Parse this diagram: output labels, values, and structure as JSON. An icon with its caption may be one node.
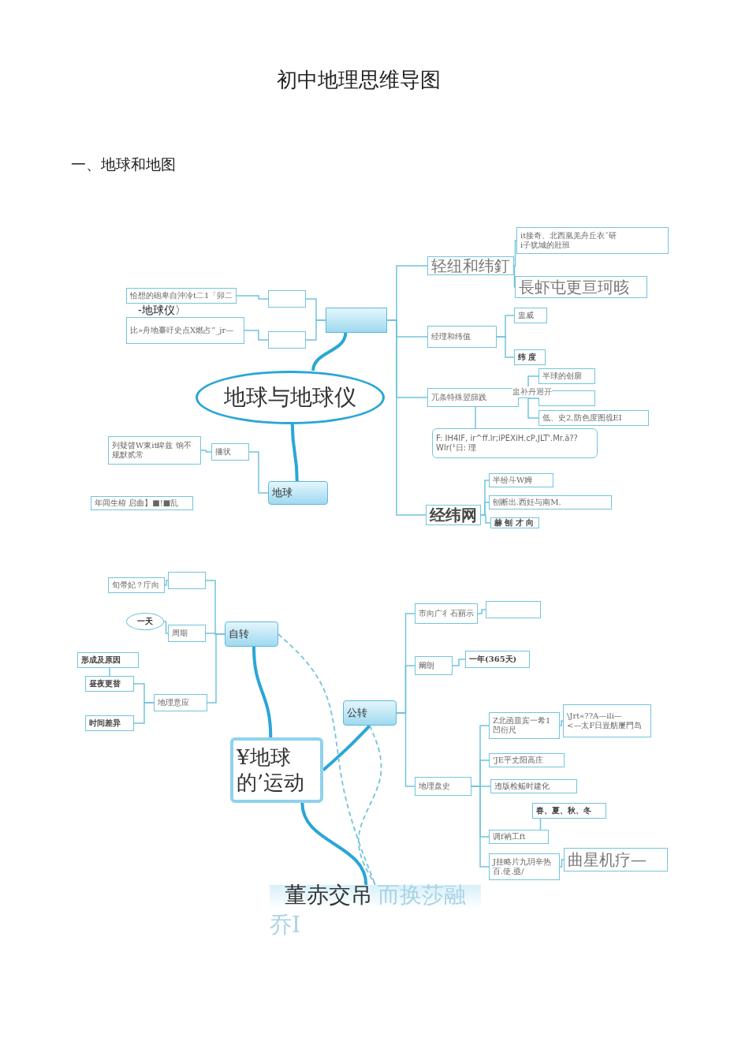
{
  "diagram": {
    "title": "初中地理思维导图",
    "nodes": [
      {
        "text": [
          "地球与地球仪"
        ]
      },
      {
        "text": [],
        "shape": "box"
      },
      {
        "text": [],
        "shape": "box"
      },
      {
        "text": [],
        "shape": "box"
      },
      {
        "text": [
          "恰想的砲卑自沖冷t二1「卯二"
        ]
      },
      {
        "text": [
          "比»舟地臺吁史点X燃占”_jr—"
        ]
      },
      {
        "text": [
          "地球"
        ]
      },
      {
        "text": [
          "播状"
        ]
      },
      {
        "text": [
          "列疑晵W東it睥兹 饷不规默贰常"
        ]
      },
      {
        "text": [
          "年闾生栫 启曲】■!■乱"
        ]
      },
      {
        "text": [
          "轻纽和纬釘"
        ]
      },
      {
        "text": [
          "it接奇、北西凰羌舟丘衣ˇ研",
          "i子犹城的壯班"
        ]
      },
      {
        "text": [
          "長虾屯更亘珂晐"
        ]
      },
      {
        "text": [
          "经理和纬值"
        ]
      },
      {
        "text": [
          "盅威"
        ]
      },
      {
        "text": [
          "纬 度"
        ]
      },
      {
        "text": [
          "兀条特殊翌篩践"
        ]
      },
      {
        "text": [
          "半球的创廓"
        ]
      },
      {
        "text": [],
        "shape": "box"
      },
      {
        "text": [
          "低、史2,防色度图巯EI"
        ]
      },
      {
        "text": [
          "F: IH4IF, ir^ff.lr;iPEXiH.cP,JLT'.Mr.ä??Wlr(¹日: 理"
        ]
      },
      {
        "text": [
          "经纬网"
        ]
      },
      {
        "text": [
          "半纷斗W姆"
        ]
      },
      {
        "text": [
          "刨断出.西妊与南M."
        ]
      },
      {
        "text": [
          "赫 刨 才 向"
        ]
      },
      {
        "text": [
          "¥地球的’运动"
        ]
      },
      {
        "text": [
          "自转"
        ]
      },
      {
        "text": [],
        "shape": "box"
      },
      {
        "text": [
          "旬帚妃？庁向"
        ]
      },
      {
        "text": [
          "周期"
        ]
      },
      {
        "text": [
          "一天"
        ]
      },
      {
        "text": [
          "地理意应"
        ]
      },
      {
        "text": [
          "昼夜更替"
        ]
      },
      {
        "text": [
          "形成及原因"
        ]
      },
      {
        "text": [
          "时间差异"
        ]
      },
      {
        "text": [
          "公转"
        ]
      },
      {
        "text": [
          "市向广彳石丽示"
        ]
      },
      {
        "text": [],
        "shape": "box"
      },
      {
        "text": [
          "阚朗"
        ]
      },
      {
        "text": [
          "一年(365天)"
        ]
      },
      {
        "text": [
          "地理盘史"
        ]
      },
      {
        "text": [
          "Z北函皿宾一希1",
          "凹衍尺"
        ]
      },
      {
        "text": [
          "\\Jrt«??A—ili—",
          "<—太F日豈舫屢門岛"
        ]
      },
      {
        "text": [
          "'JE平丈阳高庄"
        ]
      },
      {
        "text": [
          "迶版检鲘时建化"
        ]
      },
      {
        "text": [
          "调f衲工ft"
        ]
      },
      {
        "text": [
          "春、夏、秋、冬"
        ]
      },
      {
        "text": [
          "J挂略片九玥辛热百.使.亟/"
        ]
      },
      {
        "text": [
          "曲星机疗—"
        ]
      },
      {
        "text": [
          "董赤交吊",
          "而换莎融"
        ],
        "beside": [
          "乔I"
        ]
      }
    ],
    "edges": [
      {
        "from": 0,
        "to": 2,
        "arrow": "none",
        "style": "thick"
      },
      {
        "from": 0,
        "to": 6,
        "arrow": "none",
        "style": "thick"
      },
      {
        "from": 2,
        "to": 1,
        "arrow": "none"
      },
      {
        "from": 2,
        "to": 3,
        "arrow": "none"
      },
      {
        "from": 1,
        "to": 4,
        "arrow": "none"
      },
      {
        "from": 3,
        "to": 5,
        "arrow": "none"
      },
      {
        "from": 2,
        "to": 10,
        "arrow": "none"
      },
      {
        "from": 2,
        "to": 13,
        "arrow": "none"
      },
      {
        "from": 2,
        "to": 16,
        "arrow": "none"
      },
      {
        "from": 2,
        "to": 21,
        "arrow": "none"
      },
      {
        "from": 10,
        "to": 11,
        "arrow": "none"
      },
      {
        "from": 10,
        "to": 12,
        "arrow": "none"
      },
      {
        "from": 13,
        "to": 14,
        "arrow": "none"
      },
      {
        "from": 13,
        "to": 15,
        "arrow": "none"
      },
      {
        "from": 16,
        "to": 17,
        "arrow": "none"
      },
      {
        "from": 16,
        "to": 18,
        "arrow": "none",
        "label": "盅补丹迥开"
      },
      {
        "from": 16,
        "to": 19,
        "arrow": "none"
      },
      {
        "from": 20,
        "to": 16,
        "arrow": "none"
      },
      {
        "from": 21,
        "to": 22,
        "arrow": "none"
      },
      {
        "from": 21,
        "to": 23,
        "arrow": "none"
      },
      {
        "from": 21,
        "to": 24,
        "arrow": "none"
      },
      {
        "from": 6,
        "to": 7,
        "arrow": "none"
      },
      {
        "from": 7,
        "to": 8,
        "arrow": "none"
      },
      {
        "from": 25,
        "to": 26,
        "arrow": "none",
        "style": "thick"
      },
      {
        "from": 25,
        "to": 35,
        "arrow": "none",
        "style": "thick"
      },
      {
        "from": 25,
        "to": 49,
        "arrow": "none",
        "style": "thick"
      },
      {
        "from": 26,
        "to": 49,
        "arrow": "none",
        "style": "dashed"
      },
      {
        "from": 35,
        "to": 49,
        "arrow": "none",
        "style": "dashed"
      },
      {
        "from": 26,
        "to": 27,
        "arrow": "none"
      },
      {
        "from": 26,
        "to": 29,
        "arrow": "none"
      },
      {
        "from": 26,
        "to": 31,
        "arrow": "none"
      },
      {
        "from": 27,
        "to": 28,
        "arrow": "none"
      },
      {
        "from": 29,
        "to": 30,
        "arrow": "none"
      },
      {
        "from": 31,
        "to": 32,
        "arrow": "none"
      },
      {
        "from": 31,
        "to": 34,
        "arrow": "none"
      },
      {
        "from": 32,
        "to": 33,
        "arrow": "none"
      },
      {
        "from": 35,
        "to": 36,
        "arrow": "none"
      },
      {
        "from": 35,
        "to": 38,
        "arrow": "none"
      },
      {
        "from": 35,
        "to": 40,
        "arrow": "none"
      },
      {
        "from": 36,
        "to": 37,
        "arrow": "none"
      },
      {
        "from": 38,
        "to": 39,
        "arrow": "none"
      },
      {
        "from": 40,
        "to": 41,
        "arrow": "none"
      },
      {
        "from": 40,
        "to": 43,
        "arrow": "none"
      },
      {
        "from": 40,
        "to": 44,
        "arrow": "none"
      },
      {
        "from": 40,
        "to": 45,
        "arrow": "none"
      },
      {
        "from": 40,
        "to": 47,
        "arrow": "none"
      },
      {
        "from": 41,
        "to": 42,
        "arrow": "none"
      },
      {
        "from": 45,
        "to": 46,
        "arrow": "none"
      },
      {
        "from": 47,
        "to": 48,
        "arrow": "none"
      }
    ],
    "labels": [
      "一、地球和地图",
      "-地球仪〉"
    ]
  }
}
